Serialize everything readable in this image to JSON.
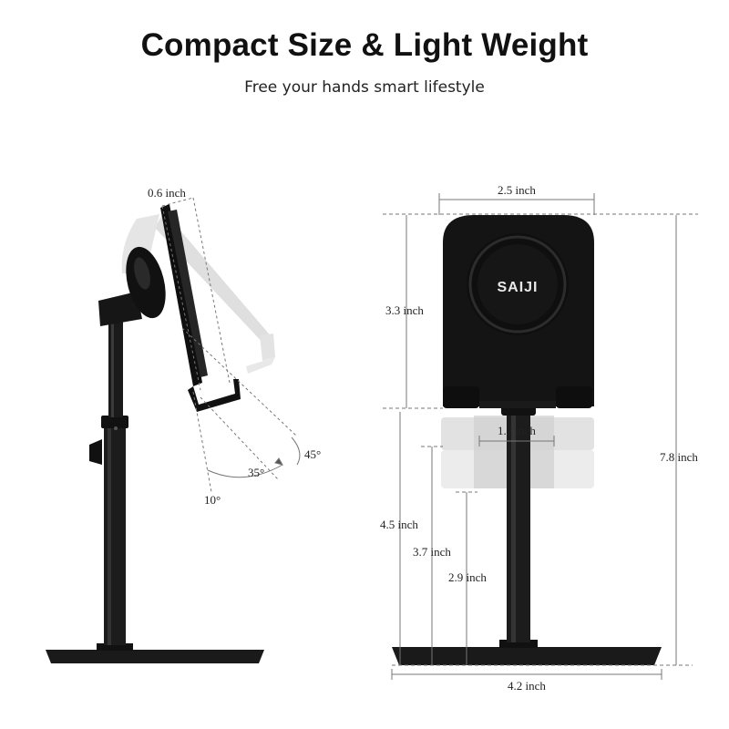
{
  "header": {
    "title": "Compact Size & Light Weight",
    "subtitle": "Free your hands smart lifestyle"
  },
  "side_view": {
    "thickness_label": "0.6 inch",
    "angle_labels": [
      "10°",
      "35°",
      "45°"
    ]
  },
  "front_view": {
    "brand": "SAIJI",
    "width_label": "2.5 inch",
    "holder_height_label": "3.3 inch",
    "pole_width_label": "1.2 inch",
    "total_height_label": "7.8 inch",
    "max_pole_height_label": "4.5 inch",
    "mid_pole_height_label": "3.7 inch",
    "min_pole_height_label": "2.9 inch",
    "base_width_label": "4.2 inch"
  },
  "colors": {
    "product": "#1a1a1a",
    "dimension_line": "#777777",
    "ghost": "#e0e0e0"
  }
}
